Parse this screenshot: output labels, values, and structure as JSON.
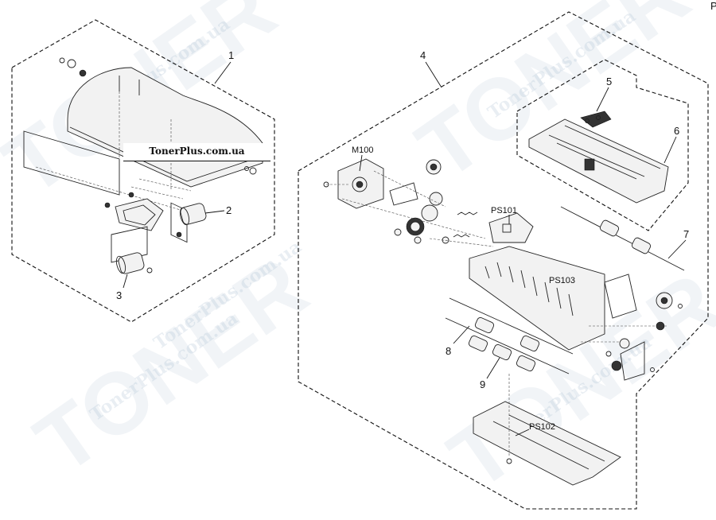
{
  "watermark": {
    "brand": "TONER",
    "site": "TonerPlus.com.ua"
  },
  "site_label": "TonerPlus.com.ua",
  "corner_mark": "P",
  "callouts": {
    "c1": "1",
    "c2": "2",
    "c3": "3",
    "c4": "4",
    "c5": "5",
    "c6": "6",
    "c7": "7",
    "c8": "8",
    "c9": "9"
  },
  "sensors": {
    "m100": "M100",
    "ps101": "PS101",
    "ps102": "PS102",
    "ps103": "PS103"
  },
  "colors": {
    "line": "#111111",
    "watermark": "#9fb6cc"
  }
}
